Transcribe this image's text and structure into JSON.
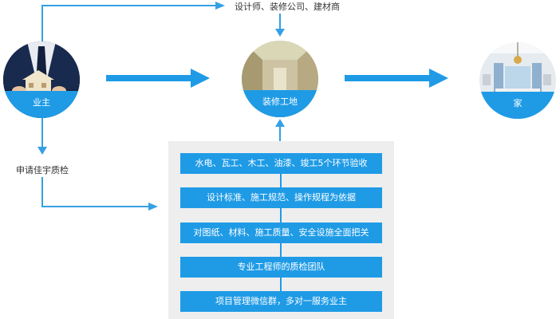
{
  "top_label": "设计师、装修公司、建材商",
  "left_label": "申请佳宇质检",
  "nodes": {
    "owner": {
      "label": "业主"
    },
    "site": {
      "label": "装修工地"
    },
    "home": {
      "label": "家"
    }
  },
  "steps": [
    "水电、瓦工、木工、油漆、竣工5个环节验收",
    "设计标准、施工规范、操作规程为依据",
    "对图纸、材料、施工质量、安全设施全面把关",
    "专业工程师的质检团队",
    "项目管理微信群，多对一服务业主"
  ],
  "colors": {
    "accent": "#1f9be6",
    "line": "#35a0e4",
    "panel": "#eeeeee"
  }
}
